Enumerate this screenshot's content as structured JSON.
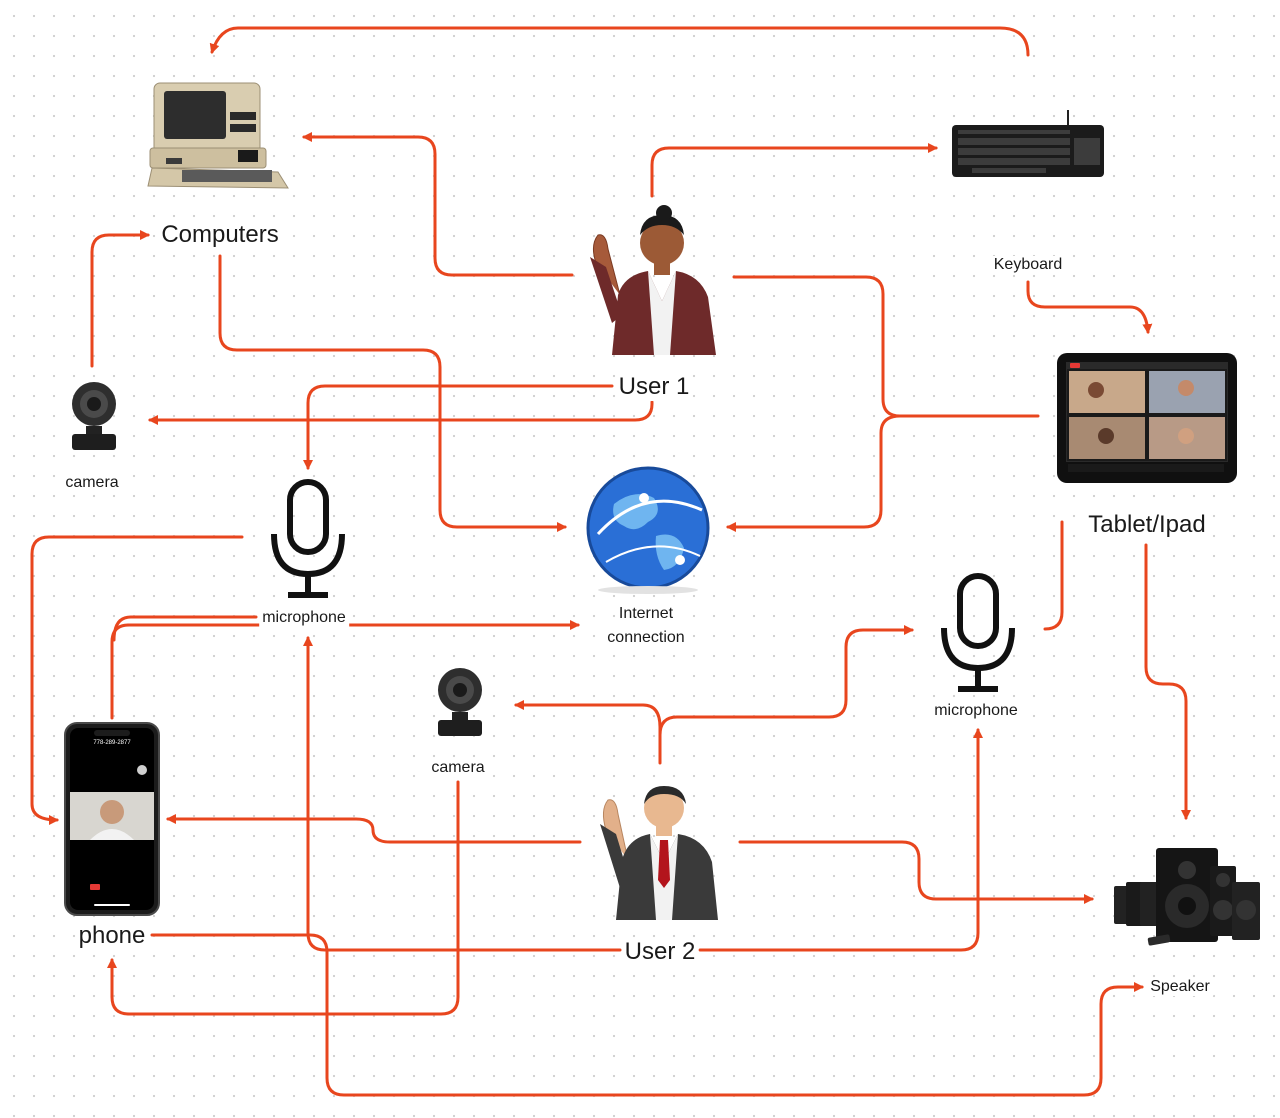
{
  "colors": {
    "arrow": "#e8461e",
    "background": "#ffffff",
    "grid_dot": "#cfcfcf",
    "text": "#1a1a1a"
  },
  "nodes": {
    "computers": {
      "label": "Computers",
      "icon": "retro-computer-icon"
    },
    "keyboard": {
      "label": "Keyboard",
      "icon": "keyboard-icon"
    },
    "user1": {
      "label": "User 1",
      "icon": "waving-woman-avatar"
    },
    "camera_top": {
      "label": "camera",
      "icon": "webcam-icon"
    },
    "tablet": {
      "label": "Tablet/Ipad",
      "icon": "tablet-video-call-icon"
    },
    "microphone_left": {
      "label": "microphone",
      "icon": "microphone-icon"
    },
    "internet": {
      "label_line1": "Internet",
      "label_line2": "connection",
      "icon": "globe-icon"
    },
    "camera_mid": {
      "label": "camera",
      "icon": "webcam-icon"
    },
    "microphone_right": {
      "label": "microphone",
      "icon": "microphone-icon"
    },
    "phone": {
      "label": "phone",
      "icon": "smartphone-video-call-icon"
    },
    "user2": {
      "label": "User 2",
      "icon": "waving-man-avatar"
    },
    "speaker": {
      "label": "Speaker",
      "icon": "speaker-system-icon"
    }
  },
  "phone_screen": {
    "caller": "778-289-2877"
  }
}
